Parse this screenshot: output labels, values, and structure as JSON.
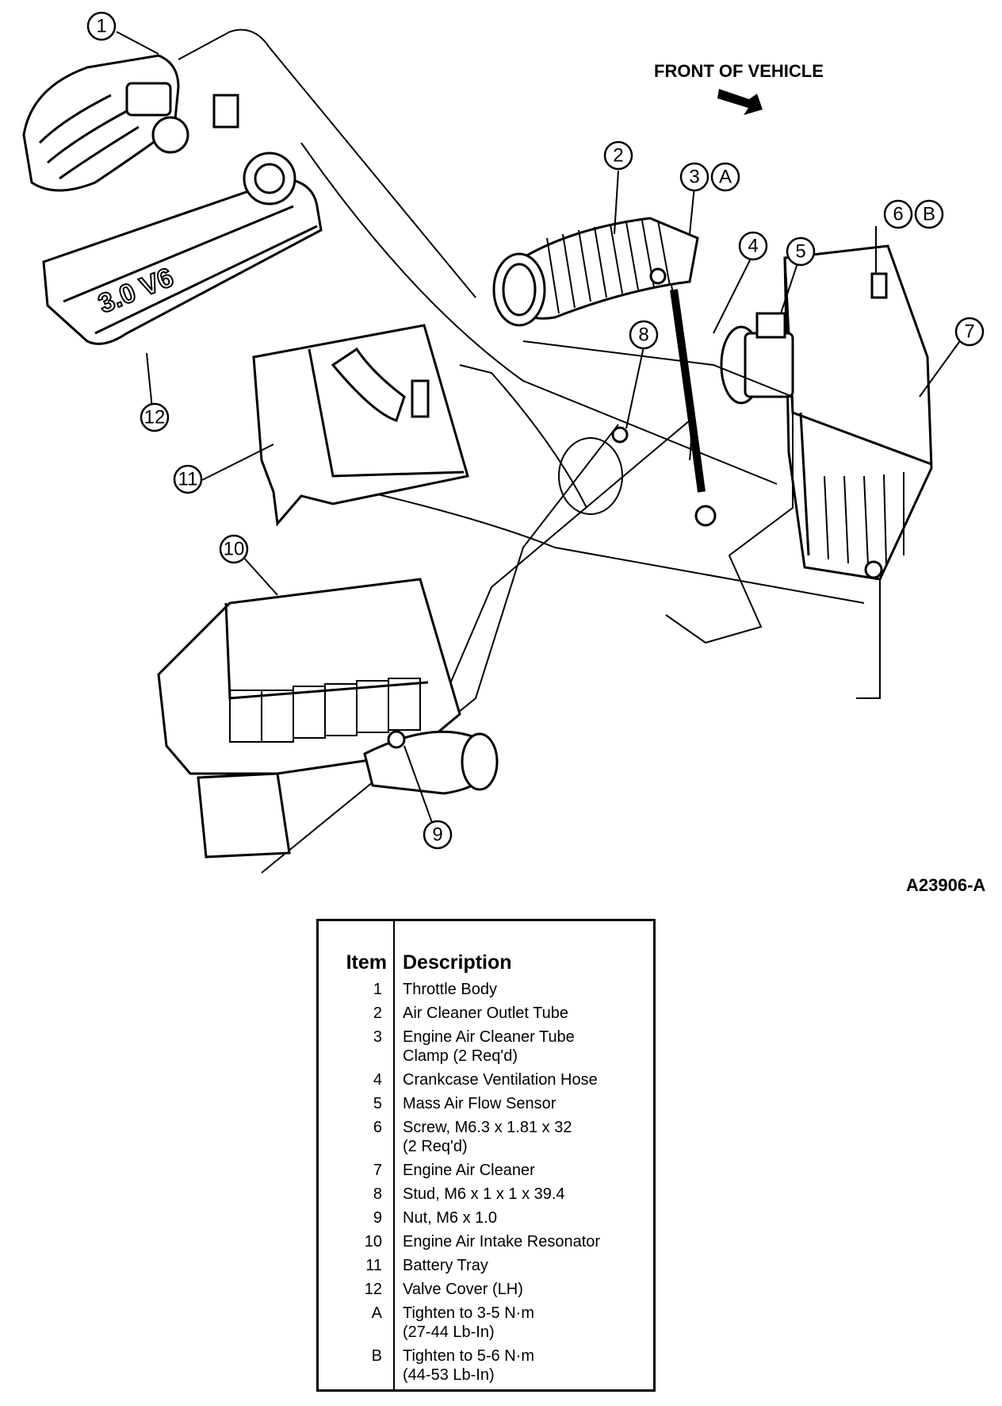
{
  "diagram": {
    "front_label": "FRONT OF VEHICLE",
    "figure_id": "A23906-A",
    "engine_marking": "3.0 V6",
    "callouts": [
      "1",
      "2",
      "3",
      "A",
      "4",
      "5",
      "6",
      "B",
      "7",
      "8",
      "9",
      "10",
      "11",
      "12"
    ]
  },
  "legend": {
    "header_item": "Item",
    "header_description": "Description",
    "rows": [
      {
        "item": "1",
        "description": "Throttle Body"
      },
      {
        "item": "2",
        "description": "Air Cleaner Outlet Tube"
      },
      {
        "item": "3",
        "description": "Engine Air Cleaner Tube\nClamp (2 Req'd)"
      },
      {
        "item": "4",
        "description": "Crankcase Ventilation Hose"
      },
      {
        "item": "5",
        "description": "Mass Air Flow Sensor"
      },
      {
        "item": "6",
        "description": "Screw, M6.3 x 1.81 x 32\n(2 Req'd)"
      },
      {
        "item": "7",
        "description": "Engine Air Cleaner"
      },
      {
        "item": "8",
        "description": "Stud, M6 x 1 x 1 x 39.4"
      },
      {
        "item": "9",
        "description": "Nut, M6 x 1.0"
      },
      {
        "item": "10",
        "description": "Engine Air Intake Resonator"
      },
      {
        "item": "11",
        "description": "Battery Tray"
      },
      {
        "item": "12",
        "description": "Valve Cover (LH)"
      },
      {
        "item": "A",
        "description": "Tighten to 3-5 N·m\n(27-44 Lb-In)"
      },
      {
        "item": "B",
        "description": "Tighten to 5-6 N·m\n(44-53 Lb-In)"
      }
    ]
  }
}
